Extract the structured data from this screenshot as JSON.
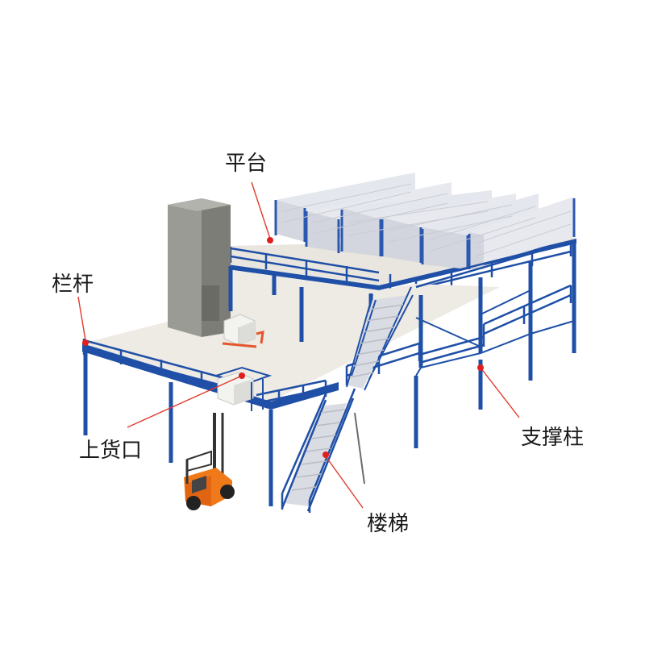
{
  "labels": {
    "platform": "平台",
    "railing": "栏杆",
    "support_column": "支撑柱",
    "loading_port": "上货口",
    "stairs": "楼梯"
  },
  "colors": {
    "steel_blue": "#1f4fa6",
    "deck": "#eeeae4",
    "rack_box": "#e7e9ef",
    "elevator": "#8d8d87",
    "forklift": "#f07a1a",
    "leader_line": "#e03a2a",
    "marker_dot": "#e01e1e"
  },
  "icons": {
    "forklift": "forklift-icon",
    "elevator": "freight-elevator-icon",
    "pallet_jack": "pallet-jack-icon"
  }
}
